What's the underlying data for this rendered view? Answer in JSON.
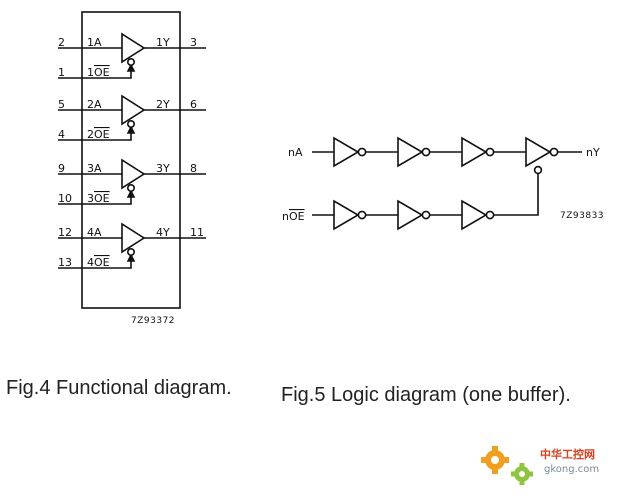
{
  "fig4": {
    "caption": "Fig.4  Functional diagram.",
    "code": "7Z93372",
    "buffers": [
      {
        "in_pin": "2",
        "in_label": "1A",
        "out_label": "1Y",
        "out_pin": "3",
        "oe_pin": "1",
        "oe_label": "1OE"
      },
      {
        "in_pin": "5",
        "in_label": "2A",
        "out_label": "2Y",
        "out_pin": "6",
        "oe_pin": "4",
        "oe_label": "2OE"
      },
      {
        "in_pin": "9",
        "in_label": "3A",
        "out_label": "3Y",
        "out_pin": "8",
        "oe_pin": "10",
        "oe_label": "3OE"
      },
      {
        "in_pin": "12",
        "in_label": "4A",
        "out_label": "4Y",
        "out_pin": "11",
        "oe_pin": "13",
        "oe_label": "4OE"
      }
    ]
  },
  "fig5": {
    "caption": "Fig.5  Logic diagram (one buffer).",
    "code": "7Z93833",
    "input_label": "nA",
    "oe_label": "nOE",
    "output_label": "nY"
  },
  "watermark": {
    "text": "中华工控网",
    "url": "gkong.com"
  }
}
